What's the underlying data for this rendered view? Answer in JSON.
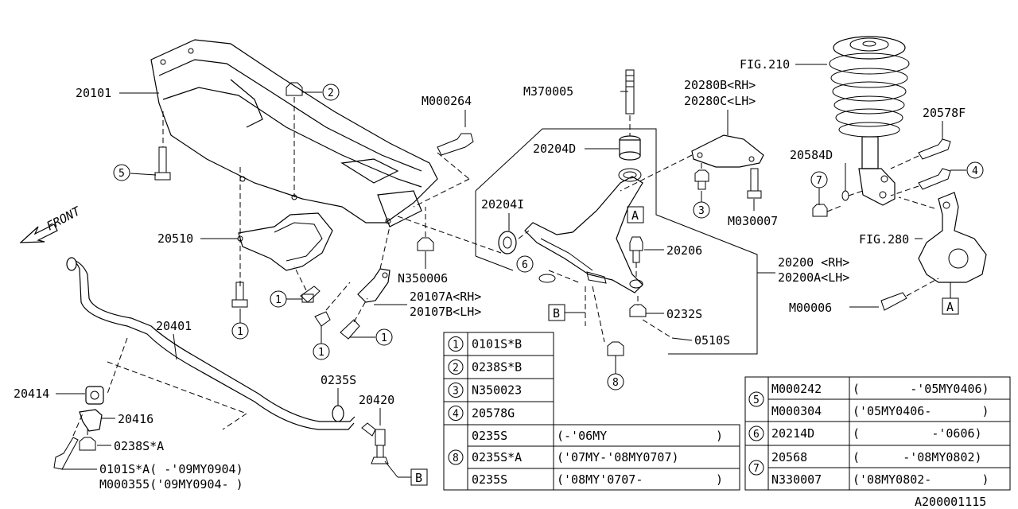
{
  "labels": {
    "p20101": "20101",
    "m000264": "M000264",
    "m370005": "M370005",
    "p20204d": "20204D",
    "p20280b": "20280B<RH>",
    "p20280c": "20280C<LH>",
    "fig210": "FIG.210",
    "p20578f": "20578F",
    "p20584d": "20584D",
    "p20204i": "20204I",
    "box_a1": "A",
    "p20206": "20206",
    "m030007": "M030007",
    "front": "FRONT",
    "p20510": "20510",
    "n350006": "N350006",
    "p20107a": "20107A<RH>",
    "p20107b": "20107B<LH>",
    "box_b1": "B",
    "p0232s": "0232S",
    "p0510s": "0510S",
    "p20200": "20200 <RH>",
    "p20200a": "20200A<LH>",
    "fig280": "FIG.280",
    "m00006": "M00006",
    "box_a2": "A",
    "p20401": "20401",
    "p0235s": "0235S",
    "p20420": "20420",
    "p20414": "20414",
    "p20416": "20416",
    "p0238sa": "0238S*A",
    "p0101sa": "0101S*A( -'09MY0904)",
    "m000355": "M000355('09MY0904- )",
    "box_b2": "B",
    "drawing_id": "A200001115"
  },
  "callouts": {
    "c1": "1",
    "c2": "2",
    "c3": "3",
    "c4": "4",
    "c5": "5",
    "c6": "6",
    "c7": "7",
    "c8": "8"
  },
  "table_left": {
    "rows": [
      {
        "num": "1",
        "part": "0101S*B"
      },
      {
        "num": "2",
        "part": "0238S*B"
      },
      {
        "num": "3",
        "part": "N350023"
      },
      {
        "num": "4",
        "part": "20578G"
      }
    ],
    "group8": {
      "num": "8",
      "rows": [
        {
          "part": "0235S",
          "range": "(-'06MY",
          "close": ")"
        },
        {
          "part": "0235S*A",
          "range": "('07MY-'08MY0707)",
          "close": ""
        },
        {
          "part": "0235S",
          "range": "('08MY'0707-",
          "close": ")"
        }
      ]
    }
  },
  "table_right": {
    "groups": [
      {
        "num": "5",
        "rows": [
          {
            "part": "M000242",
            "range": "(       -'05MY0406)"
          },
          {
            "part": "M000304",
            "range": "('05MY0406-       )"
          }
        ]
      },
      {
        "num": "6",
        "rows": [
          {
            "part": "20214D",
            "range": "(          -'0606)"
          }
        ]
      },
      {
        "num": "7",
        "rows": [
          {
            "part": "20568",
            "range": "(      -'08MY0802)"
          },
          {
            "part": "N330007",
            "range": "('08MY0802-       )"
          }
        ]
      }
    ]
  }
}
